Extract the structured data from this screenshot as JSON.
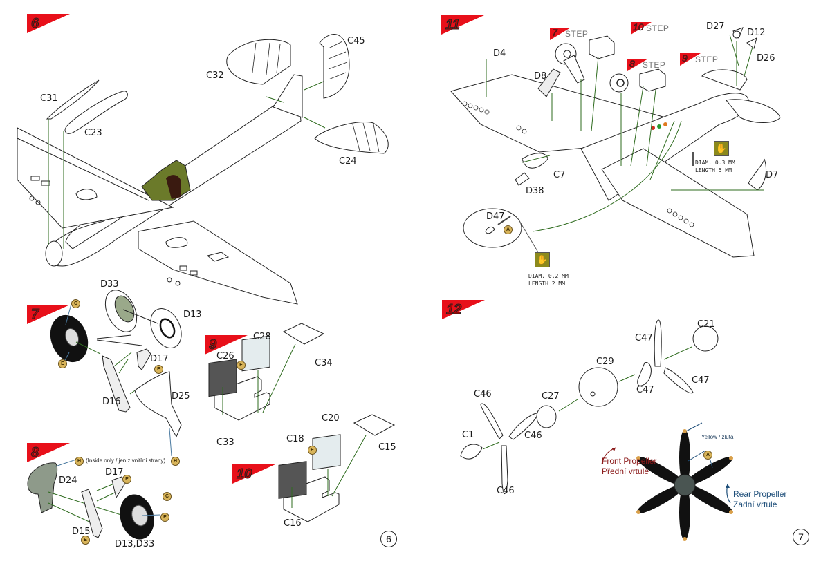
{
  "document": {
    "type": "model kit assembly instructions",
    "pages": [
      {
        "page_number": "6",
        "steps": [
          {
            "number": "6",
            "parts": [
              "C31",
              "C23",
              "C32",
              "C45",
              "C24"
            ]
          },
          {
            "number": "7",
            "parts": [
              "D33",
              "D13",
              "D17",
              "D16",
              "D25"
            ],
            "paint_codes": [
              "C",
              "E",
              "E"
            ]
          },
          {
            "number": "8",
            "parts": [
              "D24",
              "D17",
              "D15",
              "D13,D33"
            ],
            "paint_codes": [
              "H",
              "H",
              "E",
              "C",
              "E",
              "E"
            ],
            "note": "(Inside only / jen z vnitřní strany)"
          },
          {
            "number": "9",
            "parts": [
              "C28",
              "C26",
              "C34",
              "C33"
            ],
            "paint_codes": [
              "E"
            ]
          },
          {
            "number": "10",
            "parts": [
              "C20",
              "C18",
              "C15",
              "C16"
            ],
            "paint_codes": [
              "E"
            ]
          }
        ]
      },
      {
        "page_number": "7",
        "steps": [
          {
            "number": "11",
            "parts": [
              "D4",
              "D8",
              "D27",
              "D12",
              "D26",
              "C7",
              "D38",
              "D7",
              "D47"
            ],
            "step_refs": [
              {
                "num": "7",
                "label": "STEP"
              },
              {
                "num": "10",
                "label": "STEP"
              },
              {
                "num": "8",
                "label": "STEP"
              },
              {
                "num": "9",
                "label": "STEP"
              }
            ],
            "wire_notes": [
              {
                "line1": "DIAM. 0.3 MM",
                "line2": "LENGTH 5 MM"
              },
              {
                "line1": "DIAM. 0.2 MM",
                "line2": "LENGTH 2 MM"
              }
            ],
            "paint_codes": [
              "A"
            ]
          },
          {
            "number": "12",
            "parts": [
              "C21",
              "C47",
              "C47",
              "C47",
              "C29",
              "C27",
              "C46",
              "C46",
              "C46",
              "C1"
            ],
            "propeller": {
              "tip_note": "Yellow / žlutá",
              "front_label_1": "Front Propeller",
              "front_label_2": "Přední vrtule",
              "rear_label_1": "Rear Propeller",
              "rear_label_2": "Zadní vrtule",
              "paint_code": "A"
            }
          }
        ]
      }
    ]
  },
  "colors": {
    "flag_red": "#e8101a",
    "guide_green": "#2e6b1e",
    "paint_badge": "#d8b45a",
    "glove_badge": "#8c8a1c",
    "front_text": "#8b1a1a",
    "rear_text": "#1f4f7a",
    "cockpit_green": "#6b7a2a",
    "prop_black": "#111111",
    "tip_yellow": "#d9a04a"
  }
}
